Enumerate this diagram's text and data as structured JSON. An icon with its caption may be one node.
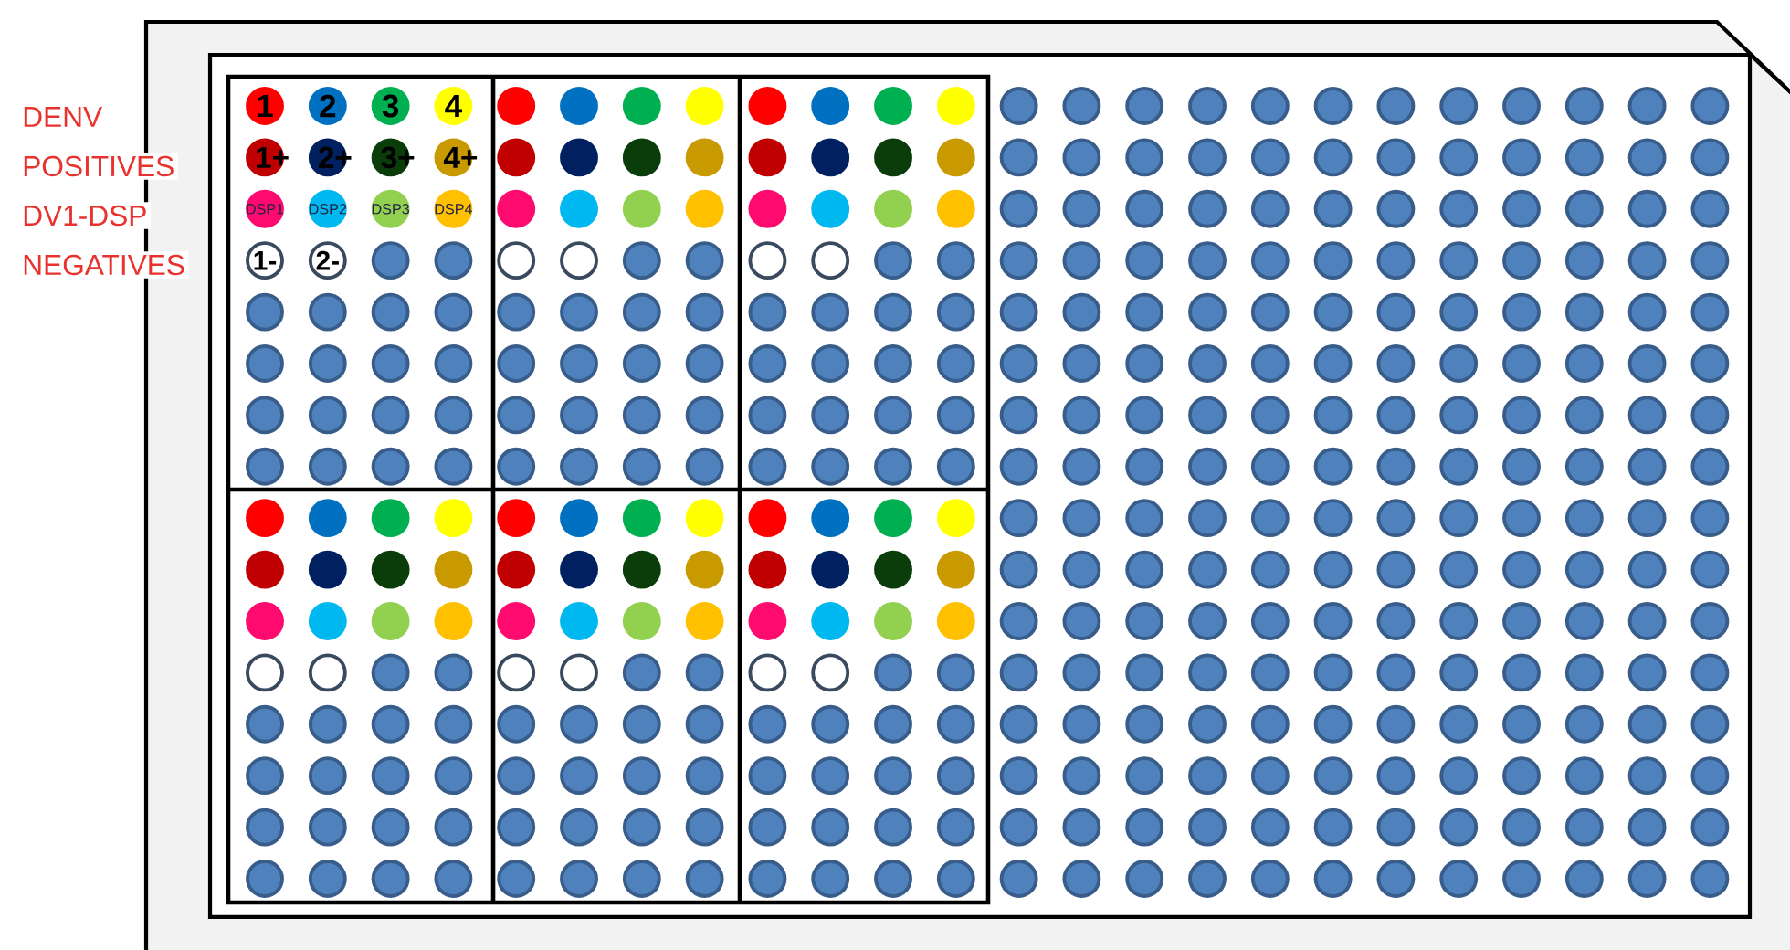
{
  "diagram": {
    "labels": [
      "DENV",
      "1",
      "2",
      "3",
      "4",
      "POSITIVES",
      "1+",
      "2+",
      "3+",
      "4+",
      "DV1-DSP",
      "DSP1",
      "DSP2",
      "DSP3",
      "DSP4",
      "NEGATIVES",
      "1-",
      "2-"
    ]
  }
}
